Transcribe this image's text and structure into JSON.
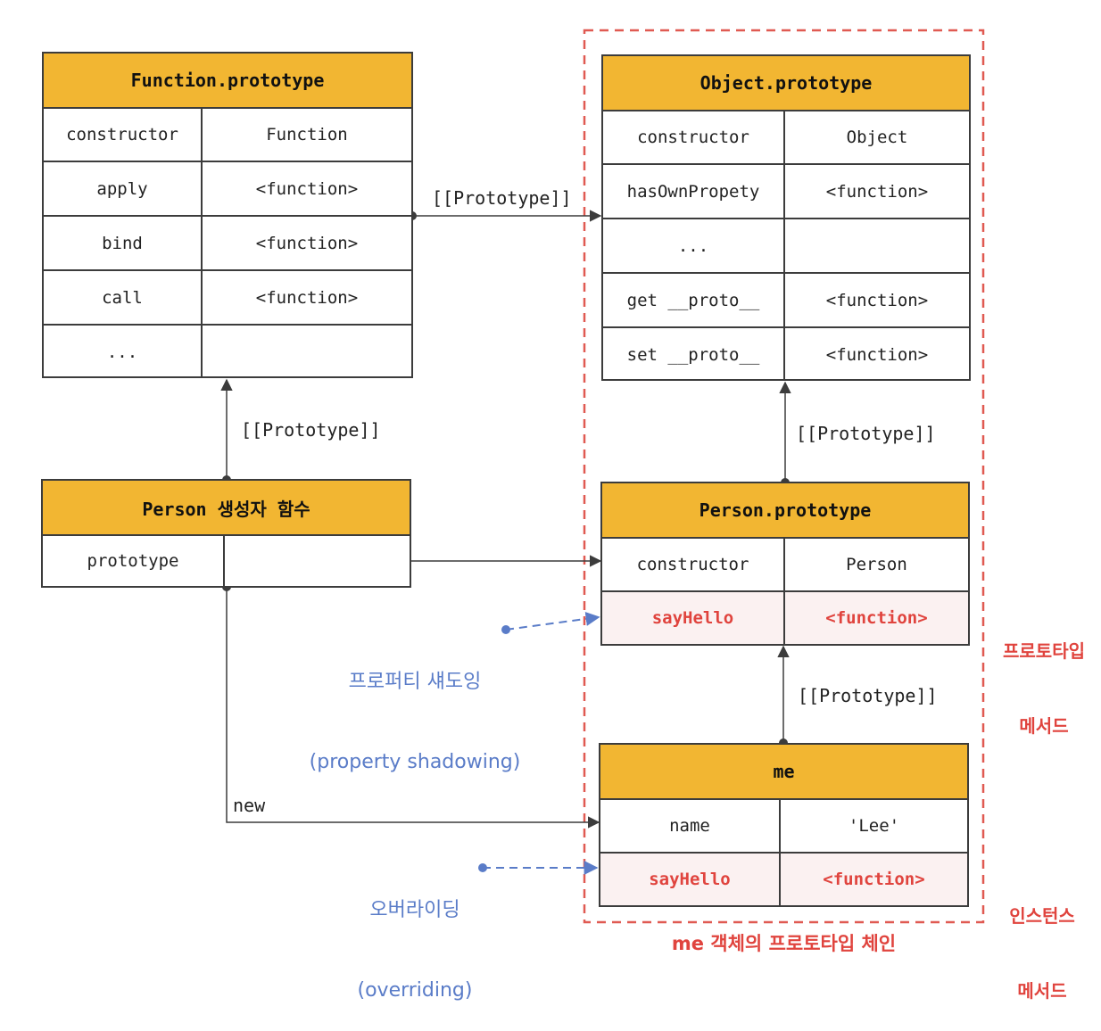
{
  "function_prototype": {
    "title": "Function.prototype",
    "rows": [
      [
        "constructor",
        "Function"
      ],
      [
        "apply",
        "<function>"
      ],
      [
        "bind",
        "<function>"
      ],
      [
        "call",
        "<function>"
      ],
      [
        "...",
        ""
      ]
    ]
  },
  "object_prototype": {
    "title": "Object.prototype",
    "rows": [
      [
        "constructor",
        "Object"
      ],
      [
        "hasOwnPropety",
        "<function>"
      ],
      [
        "...",
        ""
      ],
      [
        "get __proto__",
        "<function>"
      ],
      [
        "set __proto__",
        "<function>"
      ]
    ]
  },
  "person_constructor": {
    "title": "Person 생성자 함수",
    "rows": [
      [
        "prototype",
        ""
      ]
    ]
  },
  "person_prototype": {
    "title": "Person.prototype",
    "rows": [
      [
        "constructor",
        "Person"
      ],
      [
        "sayHello",
        "<function>"
      ]
    ]
  },
  "me": {
    "title": "me",
    "rows": [
      [
        "name",
        "'Lee'"
      ],
      [
        "sayHello",
        "<function>"
      ]
    ]
  },
  "labels": {
    "proto_fn_obj": "[[Prototype]]",
    "proto_person_fn": "[[Prototype]]",
    "proto_pp_obj": "[[Prototype]]",
    "proto_me_pp": "[[Prototype]]",
    "new": "new"
  },
  "notes": {
    "shadowing_ko": "프로퍼티 섀도잉",
    "shadowing_en": "(property shadowing)",
    "overriding_ko": "오버라이딩",
    "overriding_en": "(overriding)",
    "proto_method_1": "프로토타입",
    "proto_method_2": "메서드",
    "instance_method_1": "인스턴스",
    "instance_method_2": "메서드",
    "chain": "me 객체의 프로토타입 체인"
  },
  "colors": {
    "header": "#f2b632",
    "highlight": "#e0443e",
    "note_blue": "#5a7cc8",
    "chain_border": "#e05a52"
  }
}
